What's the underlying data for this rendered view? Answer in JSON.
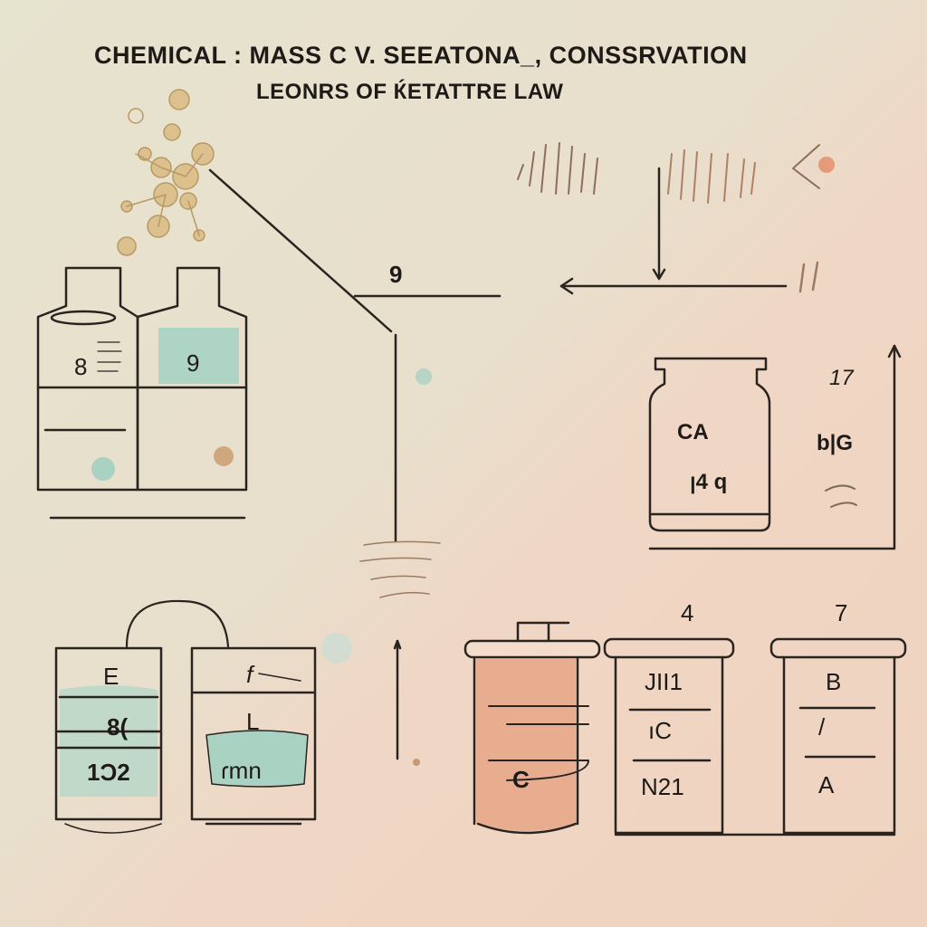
{
  "title": {
    "line1": "CHEMICAL :  MASS C V. SEEATONA_, CONSSRVATION",
    "line2": "LEONRS OF ЌETATTRE LAW"
  },
  "labels": {
    "top_number": "9",
    "bottle_left": "8",
    "bottle_right": "9",
    "jar_top": "CA",
    "jar_bottom": "ꞁ4 q",
    "right_mark_top": "17",
    "right_mark_mid": "b|G",
    "beaker1_top": "E",
    "beaker1_mid": "8(",
    "beaker1_bottom": "1Ɔ2",
    "beaker2_top": "f",
    "beaker2_mid": "L",
    "beaker2_bottom": "ɾmn",
    "cylinder_mid": "C",
    "box1_number": "4",
    "box2_number": "7",
    "box1_row1": "JII1",
    "box1_row2": "ıC",
    "box1_row3": "N21",
    "box2_row1": "B",
    "box2_row2": "/",
    "box2_row3": "A"
  },
  "colors": {
    "bg_left": "#e6e3cf",
    "bg_right": "#f0d6c4",
    "ink": "#1e1a17",
    "teal_liquid": "#a9d2c2",
    "copper_liquid": "#e4a688",
    "gold_particles": "#d9bd8c",
    "orange_dot": "#e89a76"
  }
}
